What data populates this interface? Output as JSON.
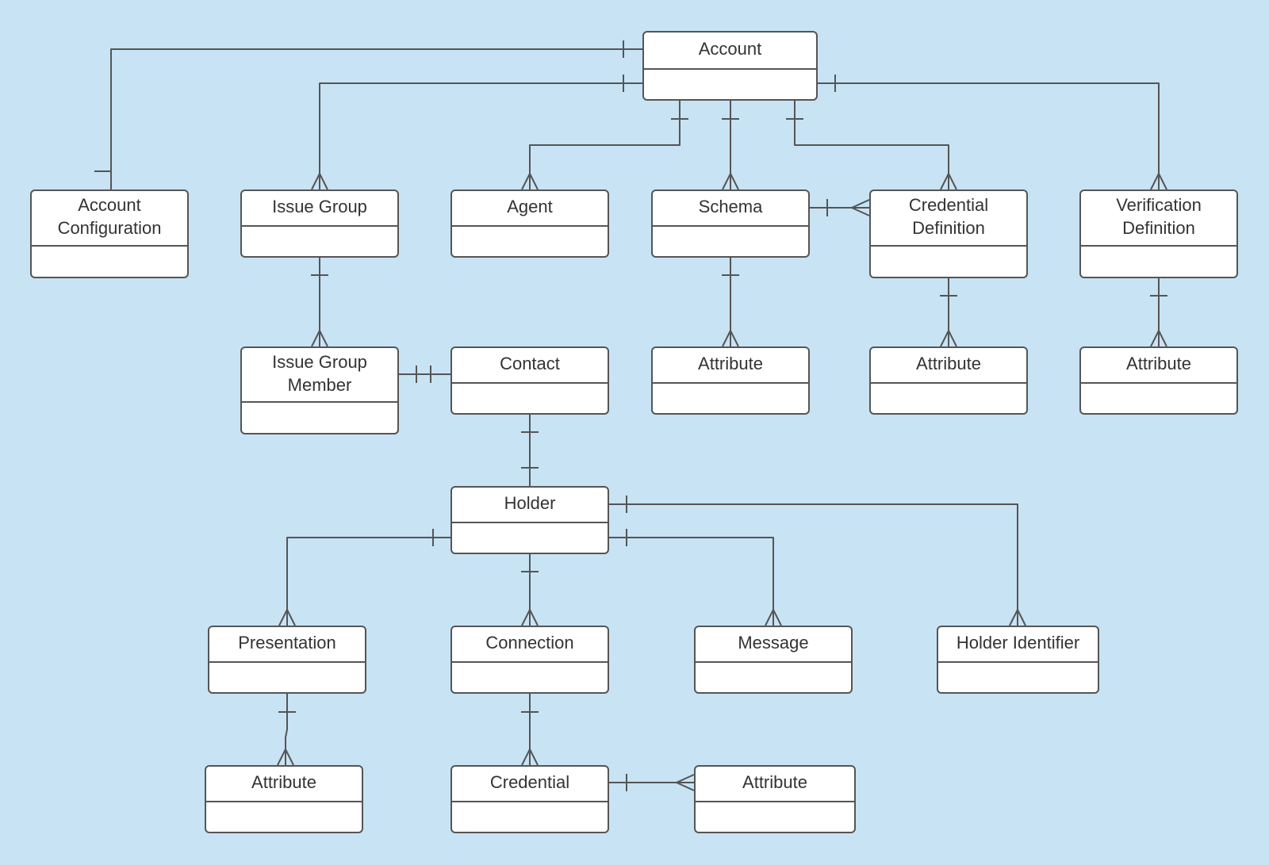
{
  "entities": [
    {
      "id": "account",
      "name": "Account"
    },
    {
      "id": "account_configuration",
      "name": "Account\nConfiguration"
    },
    {
      "id": "issue_group",
      "name": "Issue Group"
    },
    {
      "id": "agent",
      "name": "Agent"
    },
    {
      "id": "schema",
      "name": "Schema"
    },
    {
      "id": "credential_definition",
      "name": "Credential\nDefinition"
    },
    {
      "id": "verification_definition",
      "name": "Verification\nDefinition"
    },
    {
      "id": "issue_group_member",
      "name": "Issue Group\nMember"
    },
    {
      "id": "contact",
      "name": "Contact"
    },
    {
      "id": "schema_attribute",
      "name": "Attribute"
    },
    {
      "id": "credential_definition_attribute",
      "name": "Attribute"
    },
    {
      "id": "verification_definition_attribute",
      "name": "Attribute"
    },
    {
      "id": "holder",
      "name": "Holder"
    },
    {
      "id": "presentation",
      "name": "Presentation"
    },
    {
      "id": "connection",
      "name": "Connection"
    },
    {
      "id": "message",
      "name": "Message"
    },
    {
      "id": "holder_identifier",
      "name": "Holder Identifier"
    },
    {
      "id": "presentation_attribute",
      "name": "Attribute"
    },
    {
      "id": "credential",
      "name": "Credential"
    },
    {
      "id": "credential_attribute",
      "name": "Attribute"
    }
  ],
  "relationships": [
    {
      "from": "account",
      "to": "account_configuration",
      "from_cardinality": "one",
      "to_cardinality": "one"
    },
    {
      "from": "account",
      "to": "issue_group",
      "from_cardinality": "one",
      "to_cardinality": "many"
    },
    {
      "from": "account",
      "to": "agent",
      "from_cardinality": "one",
      "to_cardinality": "many"
    },
    {
      "from": "account",
      "to": "schema",
      "from_cardinality": "one",
      "to_cardinality": "many"
    },
    {
      "from": "account",
      "to": "credential_definition",
      "from_cardinality": "one",
      "to_cardinality": "many"
    },
    {
      "from": "account",
      "to": "verification_definition",
      "from_cardinality": "one",
      "to_cardinality": "many"
    },
    {
      "from": "schema",
      "to": "credential_definition",
      "from_cardinality": "one",
      "to_cardinality": "many"
    },
    {
      "from": "issue_group",
      "to": "issue_group_member",
      "from_cardinality": "one",
      "to_cardinality": "many"
    },
    {
      "from": "issue_group_member",
      "to": "contact",
      "from_cardinality": "one-and-only-one",
      "to_cardinality": "one"
    },
    {
      "from": "schema",
      "to": "schema_attribute",
      "from_cardinality": "one",
      "to_cardinality": "many"
    },
    {
      "from": "credential_definition",
      "to": "credential_definition_attribute",
      "from_cardinality": "one",
      "to_cardinality": "many"
    },
    {
      "from": "verification_definition",
      "to": "verification_definition_attribute",
      "from_cardinality": "one",
      "to_cardinality": "many"
    },
    {
      "from": "contact",
      "to": "holder",
      "from_cardinality": "one",
      "to_cardinality": "one"
    },
    {
      "from": "holder",
      "to": "presentation",
      "from_cardinality": "one",
      "to_cardinality": "many"
    },
    {
      "from": "holder",
      "to": "connection",
      "from_cardinality": "one",
      "to_cardinality": "many"
    },
    {
      "from": "holder",
      "to": "message",
      "from_cardinality": "one",
      "to_cardinality": "many"
    },
    {
      "from": "holder",
      "to": "holder_identifier",
      "from_cardinality": "one",
      "to_cardinality": "many"
    },
    {
      "from": "presentation",
      "to": "presentation_attribute",
      "from_cardinality": "one",
      "to_cardinality": "many"
    },
    {
      "from": "connection",
      "to": "credential",
      "from_cardinality": "one",
      "to_cardinality": "many"
    },
    {
      "from": "credential",
      "to": "credential_attribute",
      "from_cardinality": "one",
      "to_cardinality": "many"
    }
  ],
  "colors": {
    "background": "#c8e3f4",
    "box_fill": "#ffffff",
    "stroke": "#555555",
    "text": "#333333"
  }
}
